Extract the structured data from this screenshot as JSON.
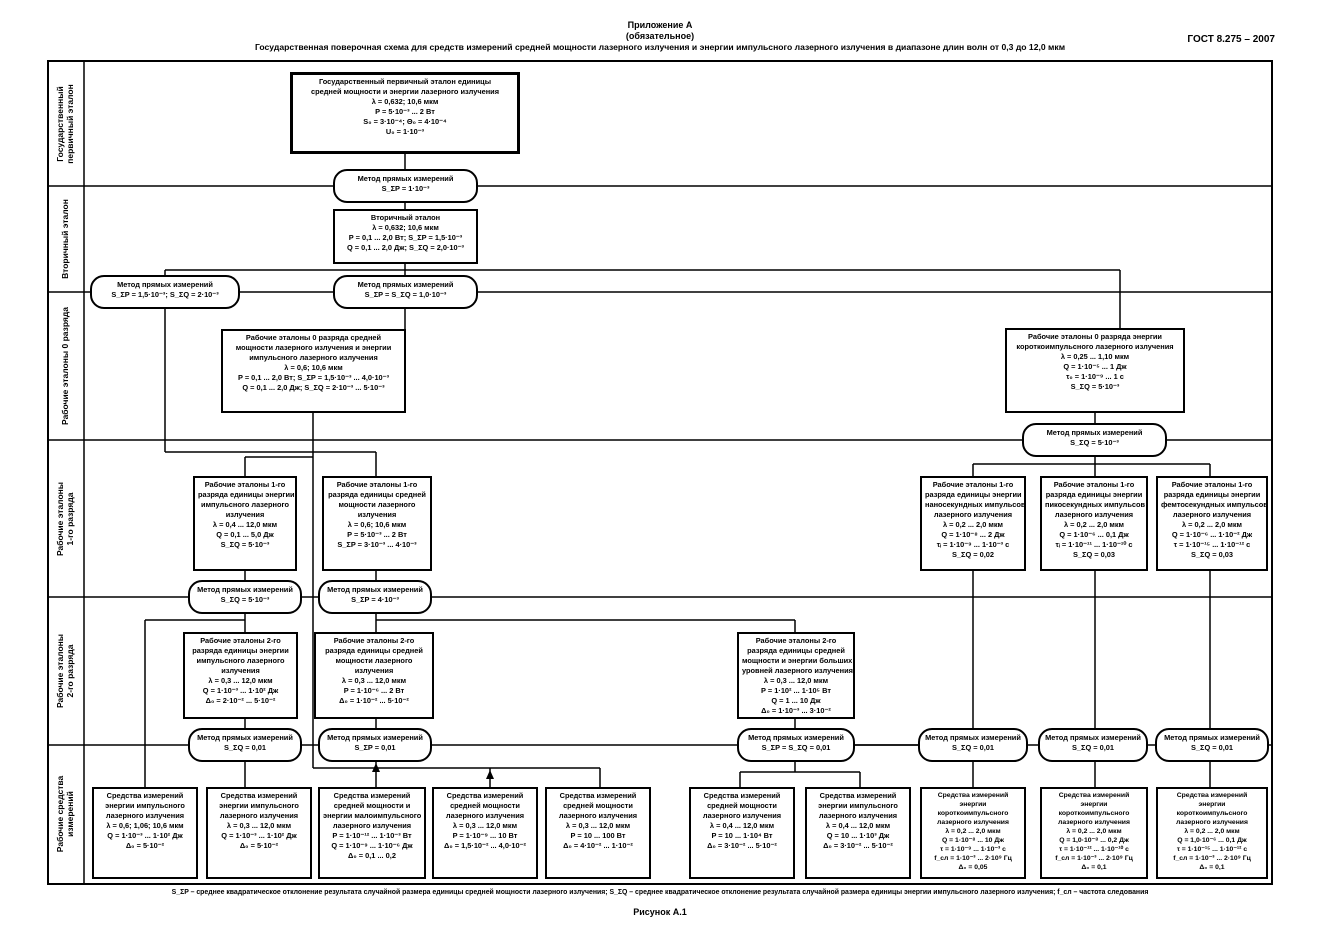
{
  "header": {
    "appendix": "Приложение А",
    "appendix_type": "(обязательное)",
    "title": "Государственная поверочная схема для средств измерений средней мощности лазерного излучения и энергии импульсного лазерного излучения в диапазоне длин волн от 0,3 до 12,0 мкм",
    "standard": "ГОСТ 8.275 – 2007"
  },
  "rows": [
    {
      "label": "Государственный\nпервичный эталон"
    },
    {
      "label": "Вторичный эталон"
    },
    {
      "label": "Рабочие эталоны 0 разряда"
    },
    {
      "label": "Рабочие эталоны\n1-го разряда"
    },
    {
      "label": "Рабочие эталоны\n2-го разряда"
    },
    {
      "label": "Рабочие средства\nизмерений"
    }
  ],
  "boxes": {
    "primary": [
      "Государственный первичный эталон единицы",
      "средней мощности и энергии лазерного излучения",
      "λ = 0,632; 10,6 мкм",
      "P = 5·10⁻³ ... 2 Вт",
      "S₀ = 3·10⁻⁴; Θ₀ = 4·10⁻⁴",
      "U₀ = 1·10⁻³"
    ],
    "secondary": [
      "Вторичный эталон",
      "λ = 0,632; 10,6 мкм",
      "P = 0,1 ... 2,0 Вт; S_ΣP = 1,5·10⁻³",
      "Q = 0,1 ... 2,0 Дж; S_ΣQ = 2,0·10⁻³"
    ],
    "zero_left": [
      "Рабочие эталоны 0 разряда средней",
      "мощности лазерного излучения и энергии",
      "импульсного лазерного излучения",
      "λ = 0,6; 10,6 мкм",
      "P = 0,1 ... 2,0 Вт; S_ΣP = 1,5·10⁻³ ... 4,0·10⁻³",
      "Q = 0,1 ... 2,0 Дж; S_ΣQ = 2·10⁻³ ... 5·10⁻³"
    ],
    "zero_right": [
      "Рабочие эталоны 0 разряда энергии",
      "короткоимпульсного лазерного излучения",
      "λ = 0,25 ... 1,10 мкм",
      "Q = 1·10⁻⁵ ... 1 Дж",
      "τ₀ = 1·10⁻⁹ ... 1 с",
      "S_ΣQ = 5·10⁻³"
    ],
    "first_1": [
      "Рабочие эталоны 1-го",
      "разряда единицы энергии",
      "импульсного лазерного",
      "излучения",
      "λ = 0,4 ... 12,0 мкм",
      "Q = 0,1 ... 5,0 Дж",
      "S_ΣQ = 5·10⁻³"
    ],
    "first_2": [
      "Рабочие эталоны 1-го",
      "разряда единицы средней",
      "мощности лазерного",
      "излучения",
      "λ = 0,6; 10,6 мкм",
      "P = 5·10⁻³ ... 2 Вт",
      "S_ΣP = 3·10⁻³ ... 4·10⁻³"
    ],
    "first_3": [
      "Рабочие эталоны 1-го",
      "разряда единицы энергии",
      "наносекундных импульсов",
      "лазерного излучения",
      "λ = 0,2 ... 2,0 мкм",
      "Q = 1·10⁻⁸ ... 2 Дж",
      "τᵢ = 1·10⁻⁹ ... 1·10⁻³ с",
      "S_ΣQ = 0,02"
    ],
    "first_4": [
      "Рабочие эталоны 1-го",
      "разряда единицы энергии",
      "пикосекундных импульсов",
      "лазерного излучения",
      "λ = 0,2 ... 2,0 мкм",
      "Q = 1·10⁻⁶ ... 0,1 Дж",
      "τᵢ = 1·10⁻¹¹ ... 1·10⁻¹⁰ с",
      "S_ΣQ = 0,03"
    ],
    "first_5": [
      "Рабочие эталоны 1-го",
      "разряда единицы энергии",
      "фемтосекундных импульсов",
      "лазерного излучения",
      "λ = 0,2 ... 2,0 мкм",
      "Q = 1·10⁻⁶ ... 1·10⁻² Дж",
      "τ = 1·10⁻¹⁵ ... 1·10⁻¹² с",
      "S_ΣQ = 0,03"
    ],
    "second_1": [
      "Рабочие эталоны 2-го",
      "разряда единицы энергии",
      "импульсного лазерного",
      "излучения",
      "λ = 0,3 ... 12,0 мкм",
      "Q = 1·10⁻³ ... 1·10² Дж",
      "Δ₀ = 2·10⁻² ... 5·10⁻²"
    ],
    "second_2": [
      "Рабочие эталоны 2-го",
      "разряда единицы средней",
      "мощности лазерного",
      "излучения",
      "λ = 0,3 ... 12,0 мкм",
      "P = 1·10⁻⁶ ... 2 Вт",
      "Δ₀ = 1·10⁻² ... 5·10⁻²"
    ],
    "second_3": [
      "Рабочие эталоны 2-го",
      "разряда единицы средней",
      "мощности и энергии больших",
      "уровней лазерного излучения",
      "λ = 0,3 ... 12,0 мкм",
      "P = 1·10² ... 1·10⁵ Вт",
      "Q = 1 ... 10 Дж",
      "Δ₀ = 1·10⁻³ ... 3·10⁻²"
    ],
    "tools": [
      [
        "Средства измерений",
        "энергии импульсного",
        "лазерного излучения",
        "λ = 0,6; 1,06; 10,6 мкм",
        "Q = 1·10⁻³ ... 1·10² Дж",
        "Δ₀ = 5·10⁻²"
      ],
      [
        "Средства измерений",
        "энергии импульсного",
        "лазерного излучения",
        "λ = 0,3 ... 12,0 мкм",
        "Q = 1·10⁻³ ... 1·10² Дж",
        "Δ₀ = 5·10⁻²"
      ],
      [
        "Средства измерений",
        "средней мощности и",
        "энергии малоимпульсного",
        "лазерного излучения",
        "P = 1·10⁻¹² ... 1·10⁻³ Вт",
        "Q = 1·10⁻⁹ ... 1·10⁻⁶ Дж",
        "Δ₀ = 0,1 ... 0,2"
      ],
      [
        "Средства измерений",
        "средней мощности",
        "лазерного излучения",
        "λ = 0,3 ... 12,0 мкм",
        "P = 1·10⁻⁹ ... 10 Вт",
        "Δ₀ = 1,5·10⁻² ... 4,0·10⁻²"
      ],
      [
        "Средства измерений",
        "средней мощности",
        "лазерного излучения",
        "λ = 0,3 ... 12,0 мкм",
        "P = 10 ... 100 Вт",
        "Δ₀ = 4·10⁻² ... 1·10⁻²"
      ],
      [
        "Средства измерений",
        "средней мощности",
        "лазерного излучения",
        "λ = 0,4 ... 12,0 мкм",
        "P = 10 ... 1·10⁴ Вт",
        "Δ₀ = 3·10⁻² ... 5·10⁻²"
      ],
      [
        "Средства измерений",
        "энергии импульсного",
        "лазерного излучения",
        "λ = 0,4 ... 12,0 мкм",
        "Q = 10 ... 1·10³ Дж",
        "Δ₀ = 3·10⁻² ... 5·10⁻²"
      ],
      [
        "Средства измерений",
        "энергии",
        "короткоимпульсного",
        "лазерного излучения",
        "λ = 0,2 ... 2,0 мкм",
        "Q = 1·10⁻⁸ ... 10 Дж",
        "τ = 1·10⁻⁹ ... 1·10⁻³ с",
        "f_сл = 1·10⁻³ ... 2·10⁹ Гц",
        "Δ₀ = 0,05"
      ],
      [
        "Средства измерений",
        "энергии",
        "короткоимпульсного",
        "лазерного излучения",
        "λ = 0,2 ... 2,0 мкм",
        "Q = 1,0·10⁻⁸ ... 0,2 Дж",
        "τ = 1·10⁻¹² ... 1·10⁻¹⁰ с",
        "f_сл = 1·10⁻³ ... 2·10⁹ Гц",
        "Δ₀ = 0,1"
      ],
      [
        "Средства измерений",
        "энергии",
        "короткоимпульсного",
        "лазерного излучения",
        "λ = 0,2 ... 2,0 мкм",
        "Q = 1,0·10⁻⁶ ... 0,1 Дж",
        "τ = 1·10⁻¹⁵ ... 1·10⁻¹² с",
        "f_сл = 1·10⁻³ ... 2·10⁹ Гц",
        "Δ₀ = 0,1"
      ]
    ]
  },
  "methods": {
    "m1": [
      "Метод прямых измерений",
      "S_ΣP = 1·10⁻³"
    ],
    "m2": [
      "Метод прямых измерений",
      "S_ΣP = 1,5·10⁻³; S_ΣQ = 2·10⁻³"
    ],
    "m3": [
      "Метод прямых измерений",
      "S_ΣP = S_ΣQ = 1,0·10⁻³"
    ],
    "m4": [
      "Метод прямых измерений",
      "S_ΣQ = 5·10⁻³"
    ],
    "m5": [
      "Метод прямых измерений",
      "S_ΣQ = 5·10⁻³"
    ],
    "m6": [
      "Метод прямых измерений",
      "S_ΣP = 4·10⁻³"
    ],
    "m7": [
      "Метод прямых измерений",
      "S_ΣQ = 0,01"
    ],
    "m8": [
      "Метод прямых измерений",
      "S_ΣP = 0,01"
    ],
    "m9": [
      "Метод прямых измерений",
      "S_ΣP = S_ΣQ = 0,01"
    ],
    "m10": [
      "Метод прямых измерений",
      "S_ΣQ = 0,01"
    ],
    "m11": [
      "Метод прямых измерений",
      "S_ΣQ = 0,01"
    ],
    "m12": [
      "Метод прямых измерений",
      "S_ΣQ = 0,01"
    ]
  },
  "footnote": "S_ΣP – среднее квадратическое отклонение результата случайной размера единицы средней мощности лазерного излучения; S_ΣQ – среднее квадратическое отклонение результата случайной размера единицы энергии импульсного лазерного излучения; f_сл – частота следования",
  "caption": "Рисунок А.1"
}
